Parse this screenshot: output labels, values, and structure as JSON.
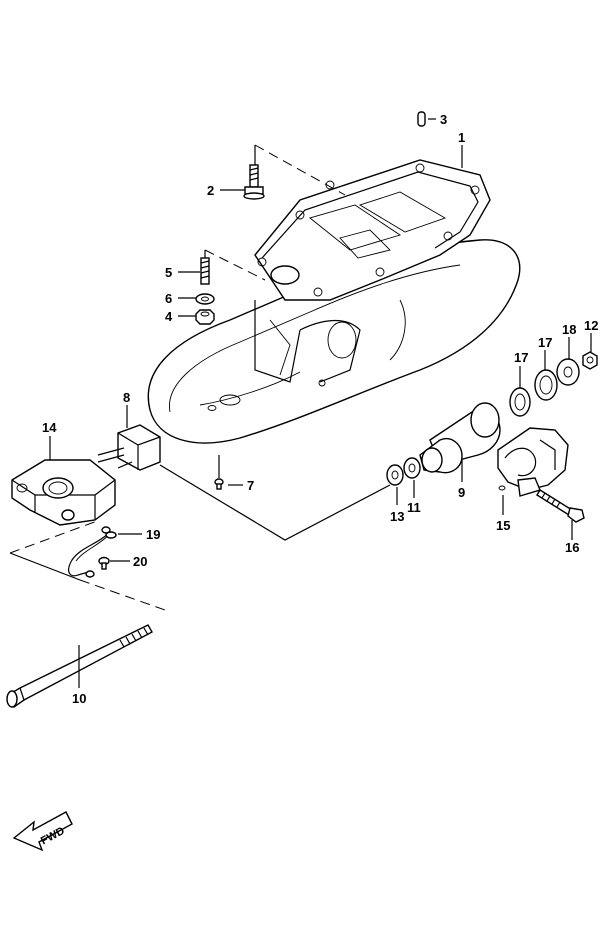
{
  "diagram": {
    "parts": [
      {
        "id": "p1",
        "number": "1"
      },
      {
        "id": "p2",
        "number": "2"
      },
      {
        "id": "p3",
        "number": "3"
      },
      {
        "id": "p4",
        "number": "4"
      },
      {
        "id": "p5",
        "number": "5"
      },
      {
        "id": "p6",
        "number": "6"
      },
      {
        "id": "p7",
        "number": "7"
      },
      {
        "id": "p8",
        "number": "8"
      },
      {
        "id": "p9",
        "number": "9"
      },
      {
        "id": "p10",
        "number": "10"
      },
      {
        "id": "p11",
        "number": "11"
      },
      {
        "id": "p12",
        "number": "12"
      },
      {
        "id": "p13",
        "number": "13"
      },
      {
        "id": "p14",
        "number": "14"
      },
      {
        "id": "p15",
        "number": "15"
      },
      {
        "id": "p16",
        "number": "16"
      },
      {
        "id": "p17a",
        "number": "17"
      },
      {
        "id": "p17b",
        "number": "17"
      },
      {
        "id": "p18",
        "number": "18"
      },
      {
        "id": "p19",
        "number": "19"
      },
      {
        "id": "p20",
        "number": "20"
      }
    ],
    "direction_arrow": {
      "label": "FWD"
    }
  }
}
